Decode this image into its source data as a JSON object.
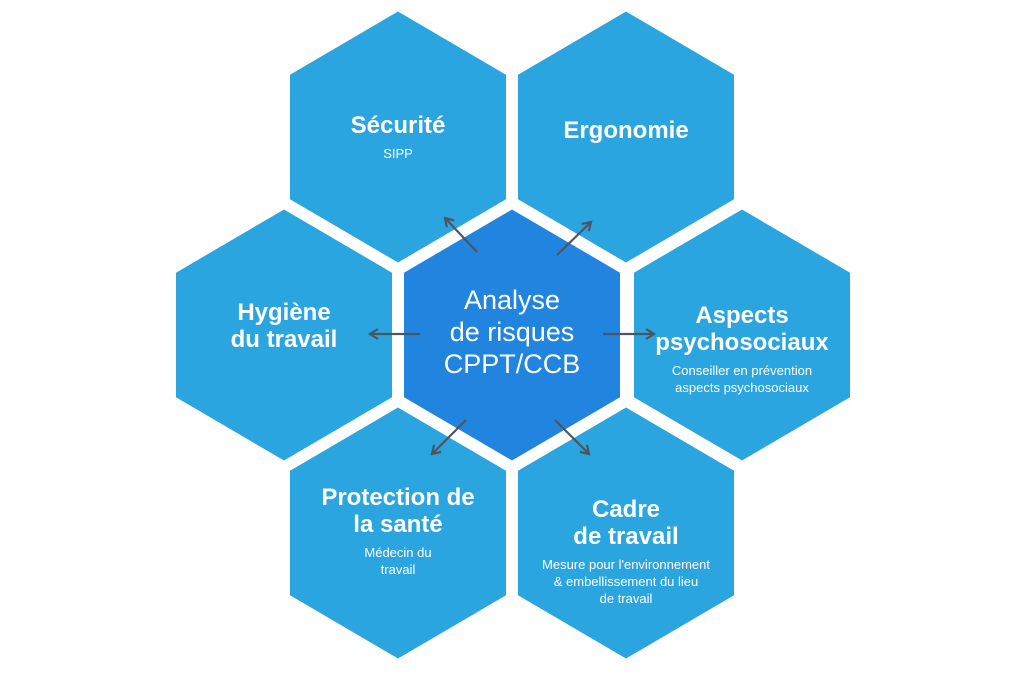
{
  "colors": {
    "outer_hex": "#2aa5df",
    "center_hex": "#2184de",
    "border": "#ffffff",
    "arrow": "#4d5561"
  },
  "center": {
    "title_line1": "Analyse",
    "title_line2": "de risques",
    "title_line3": "CPPT/CCB"
  },
  "nodes": {
    "securite": {
      "title": "Sécurité",
      "subtitle": "SIPP"
    },
    "ergonomie": {
      "title": "Ergonomie"
    },
    "hygiene": {
      "title_line1": "Hygiène",
      "title_line2": "du travail"
    },
    "aspects": {
      "title_line1": "Aspects",
      "title_line2": "psychosociaux",
      "subtitle_line1": "Conseiller en prévention",
      "subtitle_line2": "aspects psychosociaux"
    },
    "protection": {
      "title_line1": "Protection de",
      "title_line2": "la santé",
      "subtitle_line1": "Médecin du",
      "subtitle_line2": "travail"
    },
    "cadre": {
      "title_line1": "Cadre",
      "title_line2": "de travail",
      "subtitle_line1": "Mesure pour l'environnement",
      "subtitle_line2": "& embellissement du lieu",
      "subtitle_line3": "de travail"
    }
  }
}
